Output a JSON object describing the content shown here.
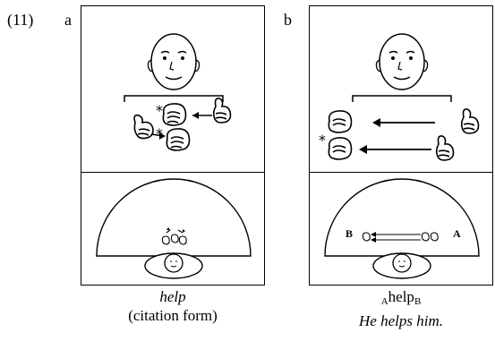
{
  "example": {
    "number": "(11)",
    "panels": [
      {
        "letter": "a",
        "caption_gloss": "help",
        "caption_note": "(citation form)"
      },
      {
        "letter": "b",
        "caption_subscript_left": "A",
        "caption_main": "help",
        "caption_subscript_right": "B",
        "caption_translation": "He helps him.",
        "label_left": "B",
        "label_right": "A"
      }
    ]
  }
}
